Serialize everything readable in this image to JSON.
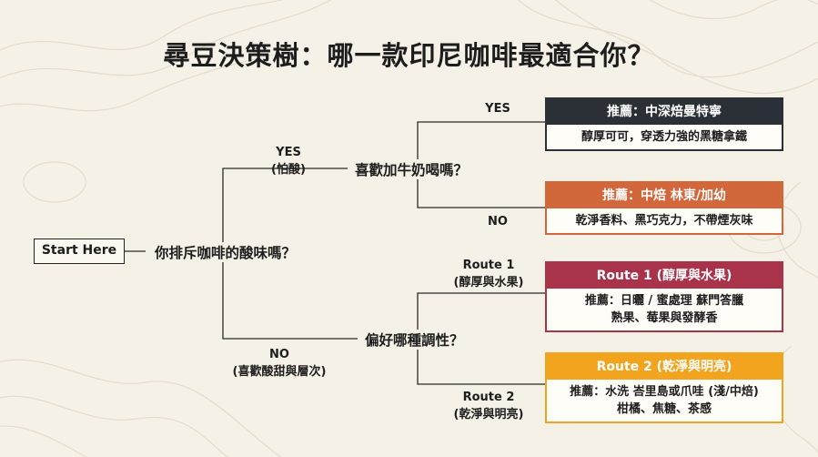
{
  "title": "尋豆決策樹：哪一款印尼咖啡最適合你？",
  "start": "Start Here",
  "q1": "你排斥咖啡的酸味嗎？",
  "branch_yes": {
    "label": "YES",
    "note": "(怕酸)"
  },
  "branch_no": {
    "label": "NO",
    "note": "(喜歡酸甜與層次)"
  },
  "q2": "喜歡加牛奶喝嗎？",
  "q2_yes": "YES",
  "q2_no": "NO",
  "q3": "偏好哪種調性？",
  "route1": {
    "label": "Route 1",
    "note": "(醇厚與水果)"
  },
  "route2": {
    "label": "Route 2",
    "note": "(乾淨與明亮)"
  },
  "cards": [
    {
      "head": "推薦：中深焙曼特寧",
      "body1": "醇厚可可，穿透力強的黑糖拿鐵",
      "body2": "",
      "color": "#2b2f36"
    },
    {
      "head": "推薦：中焙 林東/加幼",
      "body1": "乾淨香料、黑巧克力，不帶煙灰味",
      "body2": "",
      "color": "#d2673b"
    },
    {
      "head": "Route 1 (醇厚與水果)",
      "body1": "推薦：日曬 / 蜜處理 蘇門答臘",
      "body2": "熟果、莓果與發酵香",
      "color": "#a8334a"
    },
    {
      "head": "Route 2 (乾淨與明亮)",
      "body1": "推薦：水洗 峇里島或爪哇 (淺/中焙)",
      "body2": "柑橘、焦糖、茶感",
      "color": "#f2a41e"
    }
  ]
}
